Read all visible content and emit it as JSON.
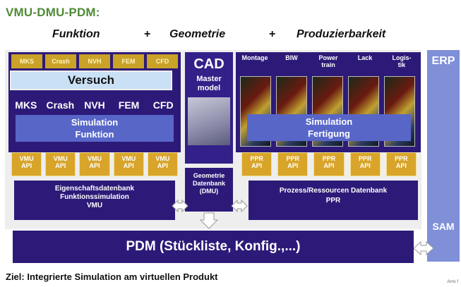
{
  "title": "VMU-DMU-PDM:",
  "headline": {
    "left": "Funktion",
    "middle": "Geometrie",
    "right": "Produzierbarkeit",
    "plus": "+"
  },
  "versuch": {
    "tabs": [
      "MKS",
      "Crash",
      "NVH",
      "FEM",
      "CFD"
    ],
    "label": "Versuch"
  },
  "simulation_funktion": {
    "tabs": [
      "MKS",
      "Crash",
      "NVH",
      "FEM",
      "CFD"
    ],
    "label": "Simulation\nFunktion"
  },
  "vmu_api": [
    "VMU\nAPI",
    "VMU\nAPI",
    "VMU\nAPI",
    "VMU\nAPI",
    "VMU\nAPI"
  ],
  "cad": {
    "title": "CAD",
    "sub": "Master\nmodel"
  },
  "fertigung": {
    "columns": [
      "Montage",
      "BIW",
      "Power\ntrain",
      "Lack",
      "Logis-\ntik"
    ],
    "label": "Simulation\nFertigung"
  },
  "ppr_api": [
    "PPR\nAPI",
    "PPR\nAPI",
    "PPR\nAPI",
    "PPR\nAPI",
    "PPR\nAPI"
  ],
  "erp": "ERP",
  "sam": "SAM",
  "eigenschafts_db": "Eigenschaftsdatenbank\nFunktionssimulation\nVMU",
  "geometrie_db": "Geometrie\nDatenbank\n(DMU)",
  "prozess_db": "Prozess/Ressourcen Datenbank\nPPR",
  "pdm": "PDM (Stückliste, Konfig.,...)",
  "ziel": "Ziel:  Integrierte Simulation am virtuellen Produkt",
  "corner_text": "Arns f",
  "colors": {
    "navy": "#2d1a78",
    "band_blue": "#5866c8",
    "gold": "#d8a52a",
    "erp": "#7f8fd8",
    "title_green": "#4f8a36"
  }
}
